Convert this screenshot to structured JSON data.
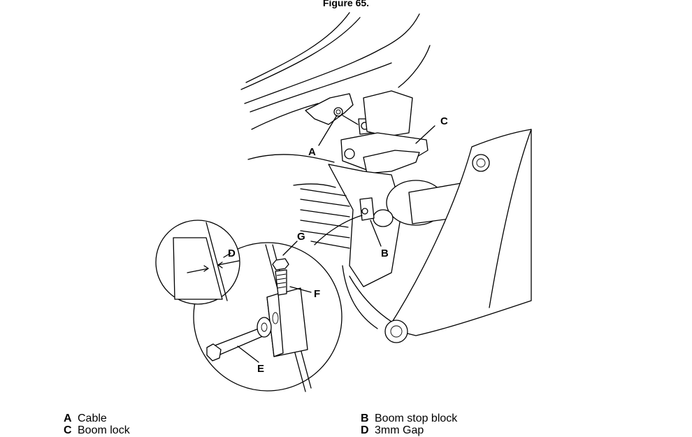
{
  "figure": {
    "title": "Figure 65."
  },
  "callouts": {
    "A": "A",
    "B": "B",
    "C": "C",
    "D": "D",
    "E": "E",
    "F": "F",
    "G": "G"
  },
  "legend": [
    {
      "key": "A",
      "text": "Cable"
    },
    {
      "key": "C",
      "text": "Boom lock"
    },
    {
      "key": "B",
      "text": "Boom stop block"
    },
    {
      "key": "D",
      "text": "3mm Gap"
    }
  ]
}
